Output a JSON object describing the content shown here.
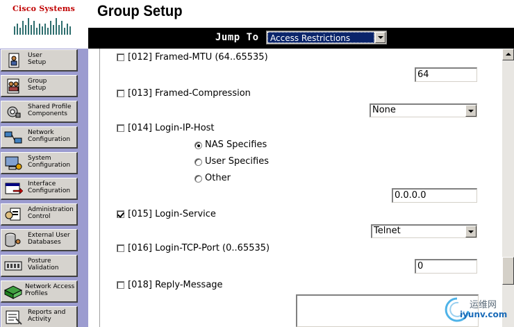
{
  "logo": {
    "brand": "Cisco Systems"
  },
  "page": {
    "title": "Group Setup"
  },
  "jump": {
    "label": "Jump To",
    "selected": "Access Restrictions"
  },
  "sidebar": {
    "items": [
      {
        "label": "User\nSetup",
        "icon": "user-setup-icon"
      },
      {
        "label": "Group\nSetup",
        "icon": "group-setup-icon"
      },
      {
        "label": "Shared Profile\nComponents",
        "icon": "shared-profile-icon"
      },
      {
        "label": "Network\nConfiguration",
        "icon": "network-config-icon"
      },
      {
        "label": "System\nConfiguration",
        "icon": "system-config-icon"
      },
      {
        "label": "Interface\nConfiguration",
        "icon": "interface-config-icon"
      },
      {
        "label": "Administration\nControl",
        "icon": "admin-control-icon"
      },
      {
        "label": "External User\nDatabases",
        "icon": "external-db-icon"
      },
      {
        "label": "Posture\nValidation",
        "icon": "posture-icon"
      },
      {
        "label": "Network Access\nProfiles",
        "icon": "nap-icon"
      },
      {
        "label": "Reports and\nActivity",
        "icon": "reports-icon"
      }
    ]
  },
  "form": {
    "framed_mtu": {
      "label": "[012] Framed-MTU (64..65535)",
      "checked": false,
      "value": "64"
    },
    "framed_compression": {
      "label": "[013] Framed-Compression",
      "checked": false,
      "value": "None"
    },
    "login_ip_host": {
      "label": "[014] Login-IP-Host",
      "checked": false,
      "options": [
        "NAS Specifies",
        "User Specifies",
        "Other"
      ],
      "selected": "NAS Specifies",
      "value": "0.0.0.0"
    },
    "login_service": {
      "label": "[015] Login-Service",
      "checked": true,
      "value": "Telnet"
    },
    "login_tcp_port": {
      "label": "[016] Login-TCP-Port (0..65535)",
      "checked": false,
      "value": "0"
    },
    "reply_message": {
      "label": "[018] Reply-Message",
      "checked": false,
      "value": ""
    }
  },
  "watermark": {
    "cn": "运维网",
    "en": "iyunv.com"
  }
}
